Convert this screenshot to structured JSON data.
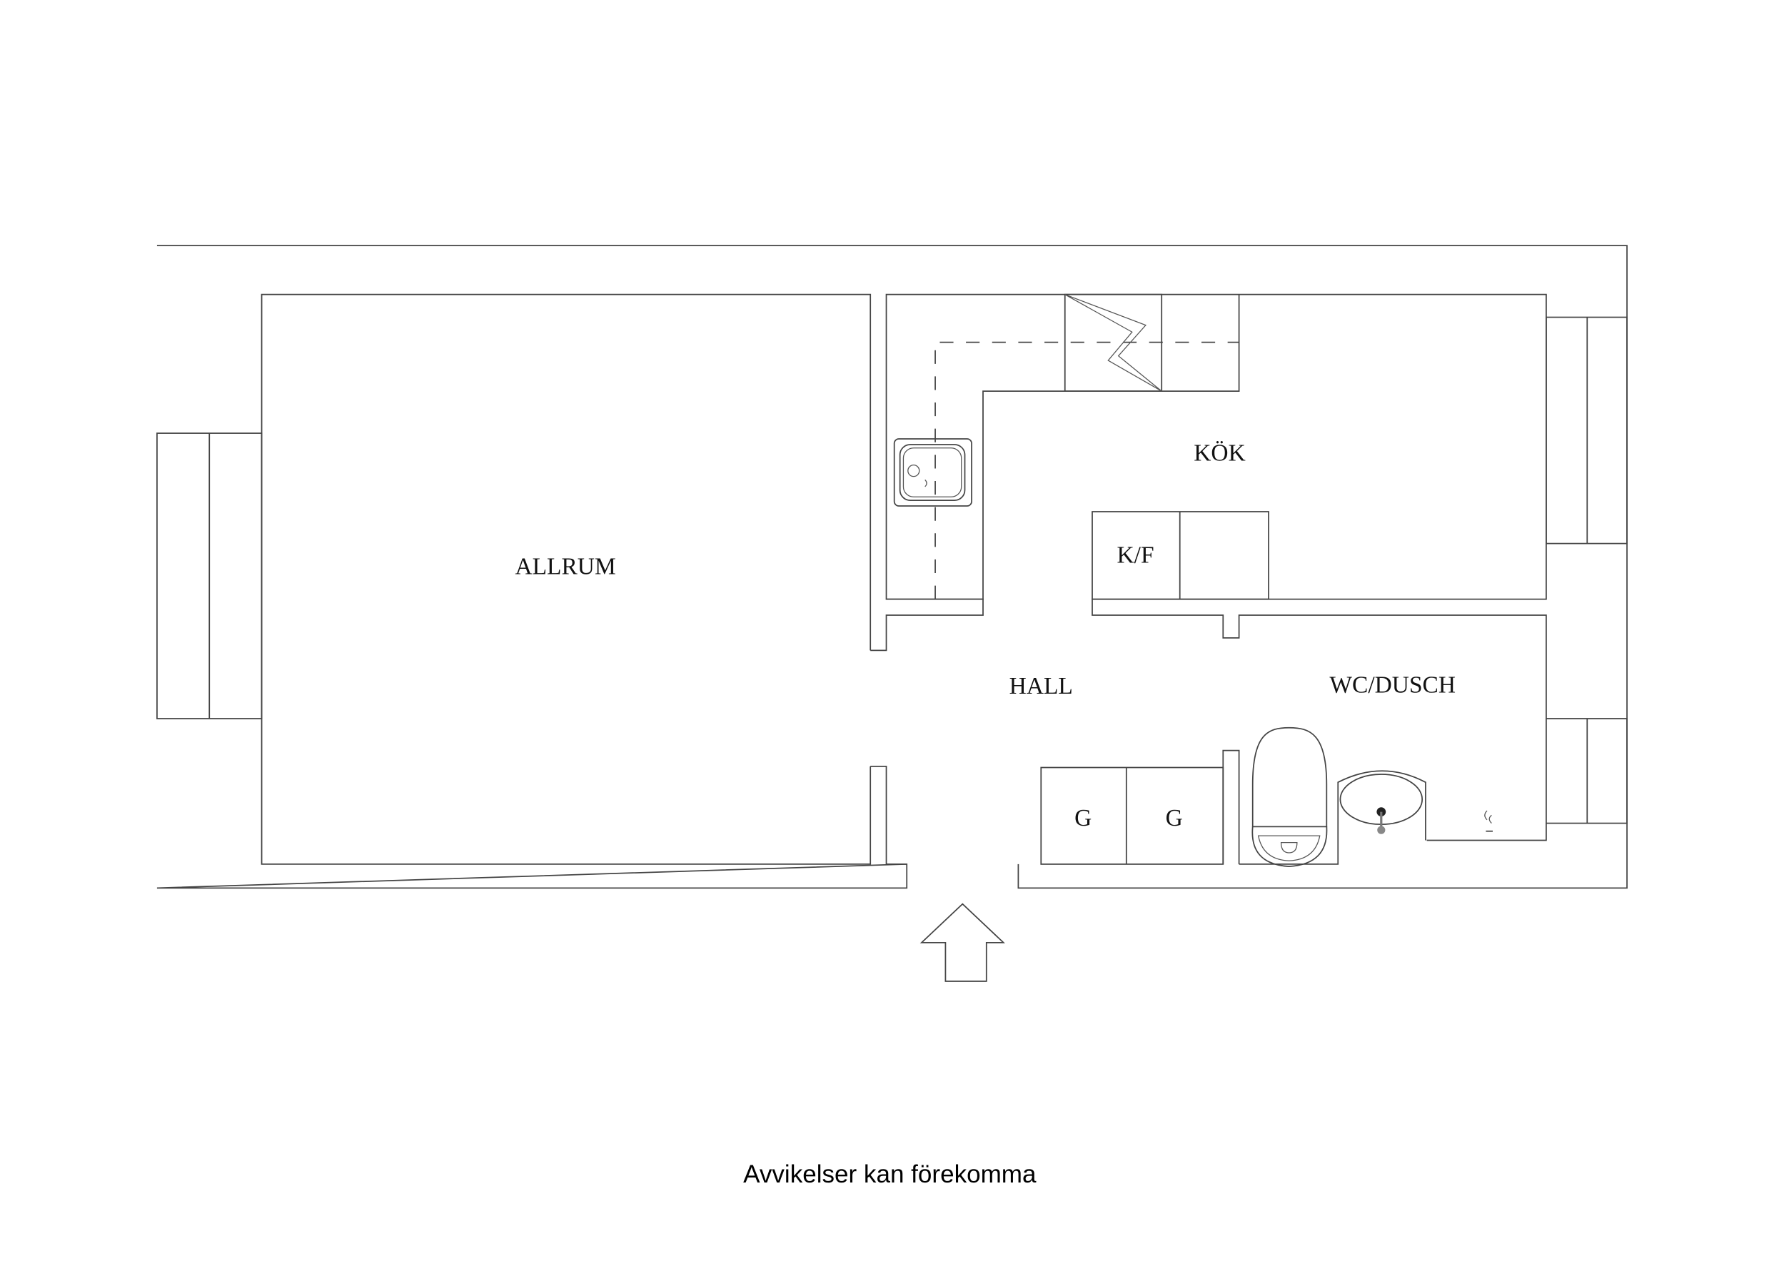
{
  "plan": {
    "rooms": [
      {
        "id": "allrum",
        "label": "ALLRUM"
      },
      {
        "id": "kok",
        "label": "KÖK"
      },
      {
        "id": "hall",
        "label": "HALL"
      },
      {
        "id": "wc",
        "label": "WC/DUSCH"
      }
    ],
    "fixtures": {
      "fridge_freezer": "K/F",
      "wardrobe_1": "G",
      "wardrobe_2": "G"
    },
    "entrance_icon": "arrow-up-icon",
    "disclaimer": "Avvikelser kan förekomma"
  }
}
